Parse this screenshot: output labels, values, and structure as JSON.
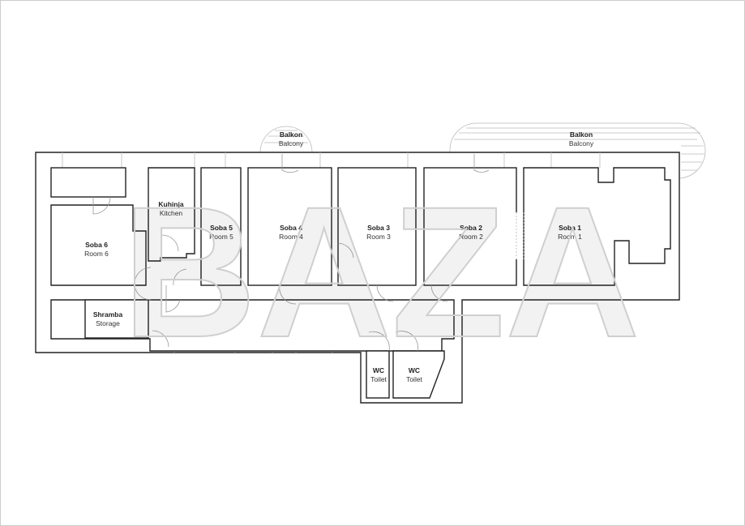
{
  "watermark": "BAZA",
  "rooms": {
    "soba1": {
      "name": "Soba 1",
      "en": "Room 1"
    },
    "soba2": {
      "name": "Soba 2",
      "en": "Room 2"
    },
    "soba3": {
      "name": "Soba 3",
      "en": "Room 3"
    },
    "soba4": {
      "name": "Soba 4",
      "en": "Room 4"
    },
    "soba5": {
      "name": "Soba 5",
      "en": "Room 5"
    },
    "soba6": {
      "name": "Soba 6",
      "en": "Room 6"
    },
    "kitchen": {
      "name": "Kuhinja",
      "en": "Kitchen"
    },
    "storage": {
      "name": "Shramba",
      "en": "Storage"
    },
    "wc1": {
      "name": "WC",
      "en": "Toilet"
    },
    "wc2": {
      "name": "WC",
      "en": "Toilet"
    },
    "balcony_small": {
      "name": "Balkon",
      "en": "Balcony"
    },
    "balcony_large": {
      "name": "Balkon",
      "en": "Balcony"
    }
  }
}
